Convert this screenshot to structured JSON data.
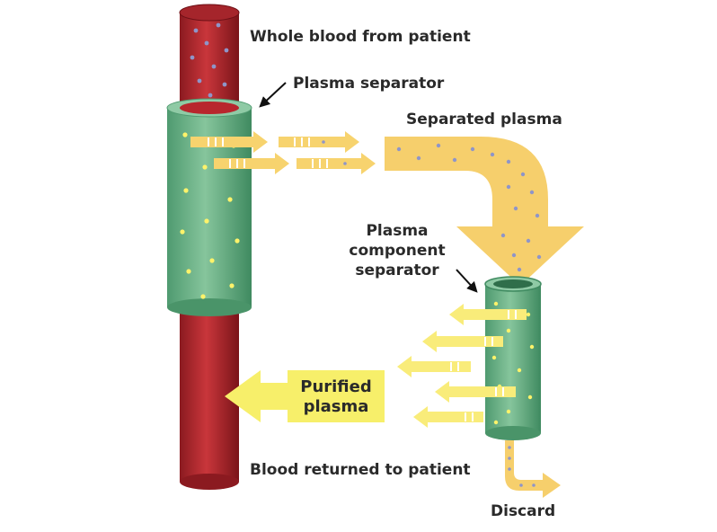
{
  "labels": {
    "whole_blood": "Whole blood from patient",
    "plasma_separator": "Plasma separator",
    "separated_plasma": "Separated plasma",
    "component_separator": [
      "Plasma",
      "component",
      "separator"
    ],
    "purified_plasma": [
      "Purified",
      "plasma"
    ],
    "blood_returned": "Blood returned to patient",
    "discard": "Discard"
  },
  "colors": {
    "blood": "#b8262d",
    "blood_dark": "#7e1419",
    "column": "#6fb58a",
    "column_dark": "#3f8a60",
    "plasma": "#f6cf6c",
    "plasma_light": "#fbe7a2",
    "purified_box": "#f7ef6a",
    "dot_yellow": "#fff36a",
    "dot_blue": "#8f95c8"
  }
}
